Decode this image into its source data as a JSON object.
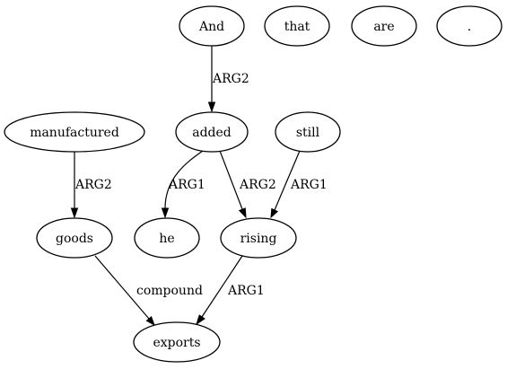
{
  "nodes": [
    {
      "id": "and",
      "label": "And"
    },
    {
      "id": "that",
      "label": "that"
    },
    {
      "id": "are",
      "label": "are"
    },
    {
      "id": "period",
      "label": "."
    },
    {
      "id": "manufactured",
      "label": "manufactured"
    },
    {
      "id": "added",
      "label": "added"
    },
    {
      "id": "still",
      "label": "still"
    },
    {
      "id": "goods",
      "label": "goods"
    },
    {
      "id": "he",
      "label": "he"
    },
    {
      "id": "rising",
      "label": "rising"
    },
    {
      "id": "exports",
      "label": "exports"
    }
  ],
  "edges": [
    {
      "id": "and-added",
      "from": "And",
      "to": "added",
      "label": "ARG2"
    },
    {
      "id": "manufactured-goods",
      "from": "manufactured",
      "to": "goods",
      "label": "ARG2"
    },
    {
      "id": "added-he",
      "from": "added",
      "to": "he",
      "label": "ARG1"
    },
    {
      "id": "added-rising",
      "from": "added",
      "to": "rising",
      "label": "ARG2"
    },
    {
      "id": "still-rising",
      "from": "still",
      "to": "rising",
      "label": "ARG1"
    },
    {
      "id": "goods-exports",
      "from": "goods",
      "to": "exports",
      "label": "compound"
    },
    {
      "id": "rising-exports",
      "from": "rising",
      "to": "exports",
      "label": "ARG1"
    }
  ]
}
